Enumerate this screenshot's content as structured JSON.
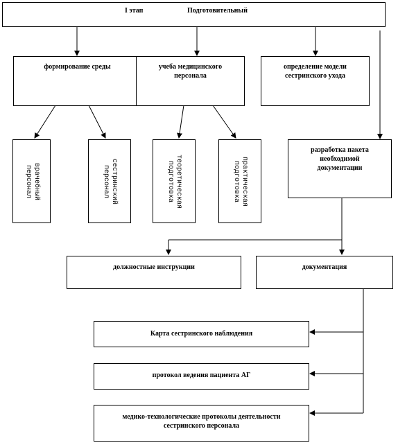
{
  "stage": {
    "number": "I этап",
    "name": "Подготовительный"
  },
  "level2": {
    "environment": "формирование среды",
    "training": "учеба медицинского персонала",
    "model": "определение модели сестринского ухода"
  },
  "level3": {
    "doctors": "врачебный персонал",
    "nurses": "сестринский персонал",
    "theory": "теоретическая подготовка",
    "practice": "практическая подготовка",
    "package": "разработка пакета необходимой документации"
  },
  "level4": {
    "instructions": "должностные инструкции",
    "documentation": "документация"
  },
  "documents": {
    "card": "Карта сестринского наблюдения",
    "protocol": "протокол ведения пациента АГ",
    "medtech": "медико-технологические  протоколы деятельности сестринского персонала"
  }
}
